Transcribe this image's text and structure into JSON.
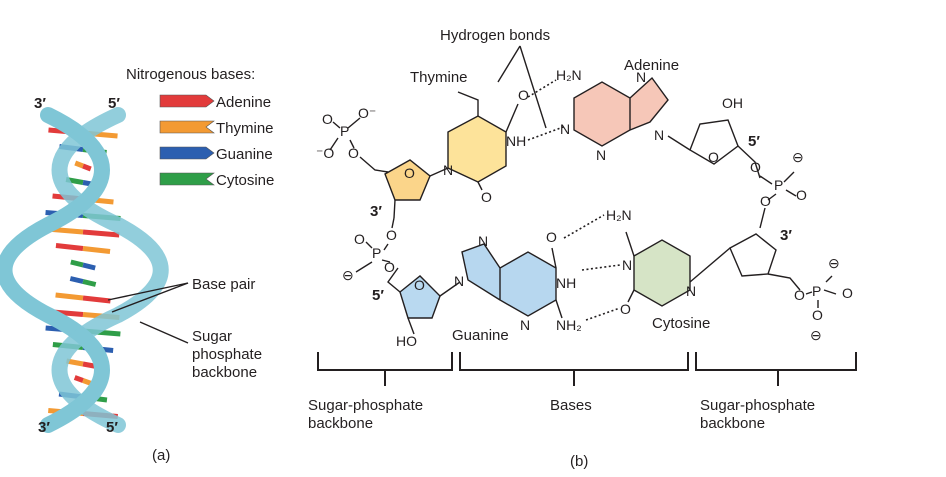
{
  "panel_a": {
    "top_left_end": "3′",
    "top_right_end": "5′",
    "bottom_left_end": "3′",
    "bottom_right_end": "5′",
    "legend_title": "Nitrogenous bases:",
    "legend": [
      {
        "name": "Adenine",
        "color": "#e23b3b"
      },
      {
        "name": "Thymine",
        "color": "#f39a33"
      },
      {
        "name": "Guanine",
        "color": "#2c5fb0"
      },
      {
        "name": "Cytosine",
        "color": "#2f9e48"
      }
    ],
    "base_pair_label": "Base pair",
    "backbone_label_line1": "Sugar",
    "backbone_label_line2": "phosphate",
    "backbone_label_line3": "backbone",
    "caption": "(a)",
    "helix_color": "#7fc6d6"
  },
  "panel_b": {
    "hydrogen_bonds_label": "Hydrogen bonds",
    "thymine_label": "Thymine",
    "adenine_label": "Adenine",
    "guanine_label": "Guanine",
    "cytosine_label": "Cytosine",
    "prime_5_top": "5′",
    "prime_3_left": "3′",
    "prime_5_left": "5′",
    "prime_3_right": "3′",
    "atoms": {
      "O": "O",
      "P": "P",
      "N": "N",
      "NH": "NH",
      "H2N": "H₂N",
      "NH2": "NH₂",
      "OH": "OH",
      "HO": "HO",
      "minus": "⊖",
      "o_minus": "O⁻",
      "minus_o": "⁻O"
    },
    "bracket_left_line1": "Sugar-phosphate",
    "bracket_left_line2": "backbone",
    "bracket_mid": "Bases",
    "bracket_right_line1": "Sugar-phosphate",
    "bracket_right_line2": "backbone",
    "caption": "(b)",
    "colors": {
      "thymine": "#fde39a",
      "adenine": "#f6c7b8",
      "guanine": "#b7d7ef",
      "cytosine": "#d6e4c6",
      "sugar_top": "#fbd58a",
      "sugar_bottom": "#b9d9f0",
      "sugar_right": "#ffffff"
    }
  }
}
